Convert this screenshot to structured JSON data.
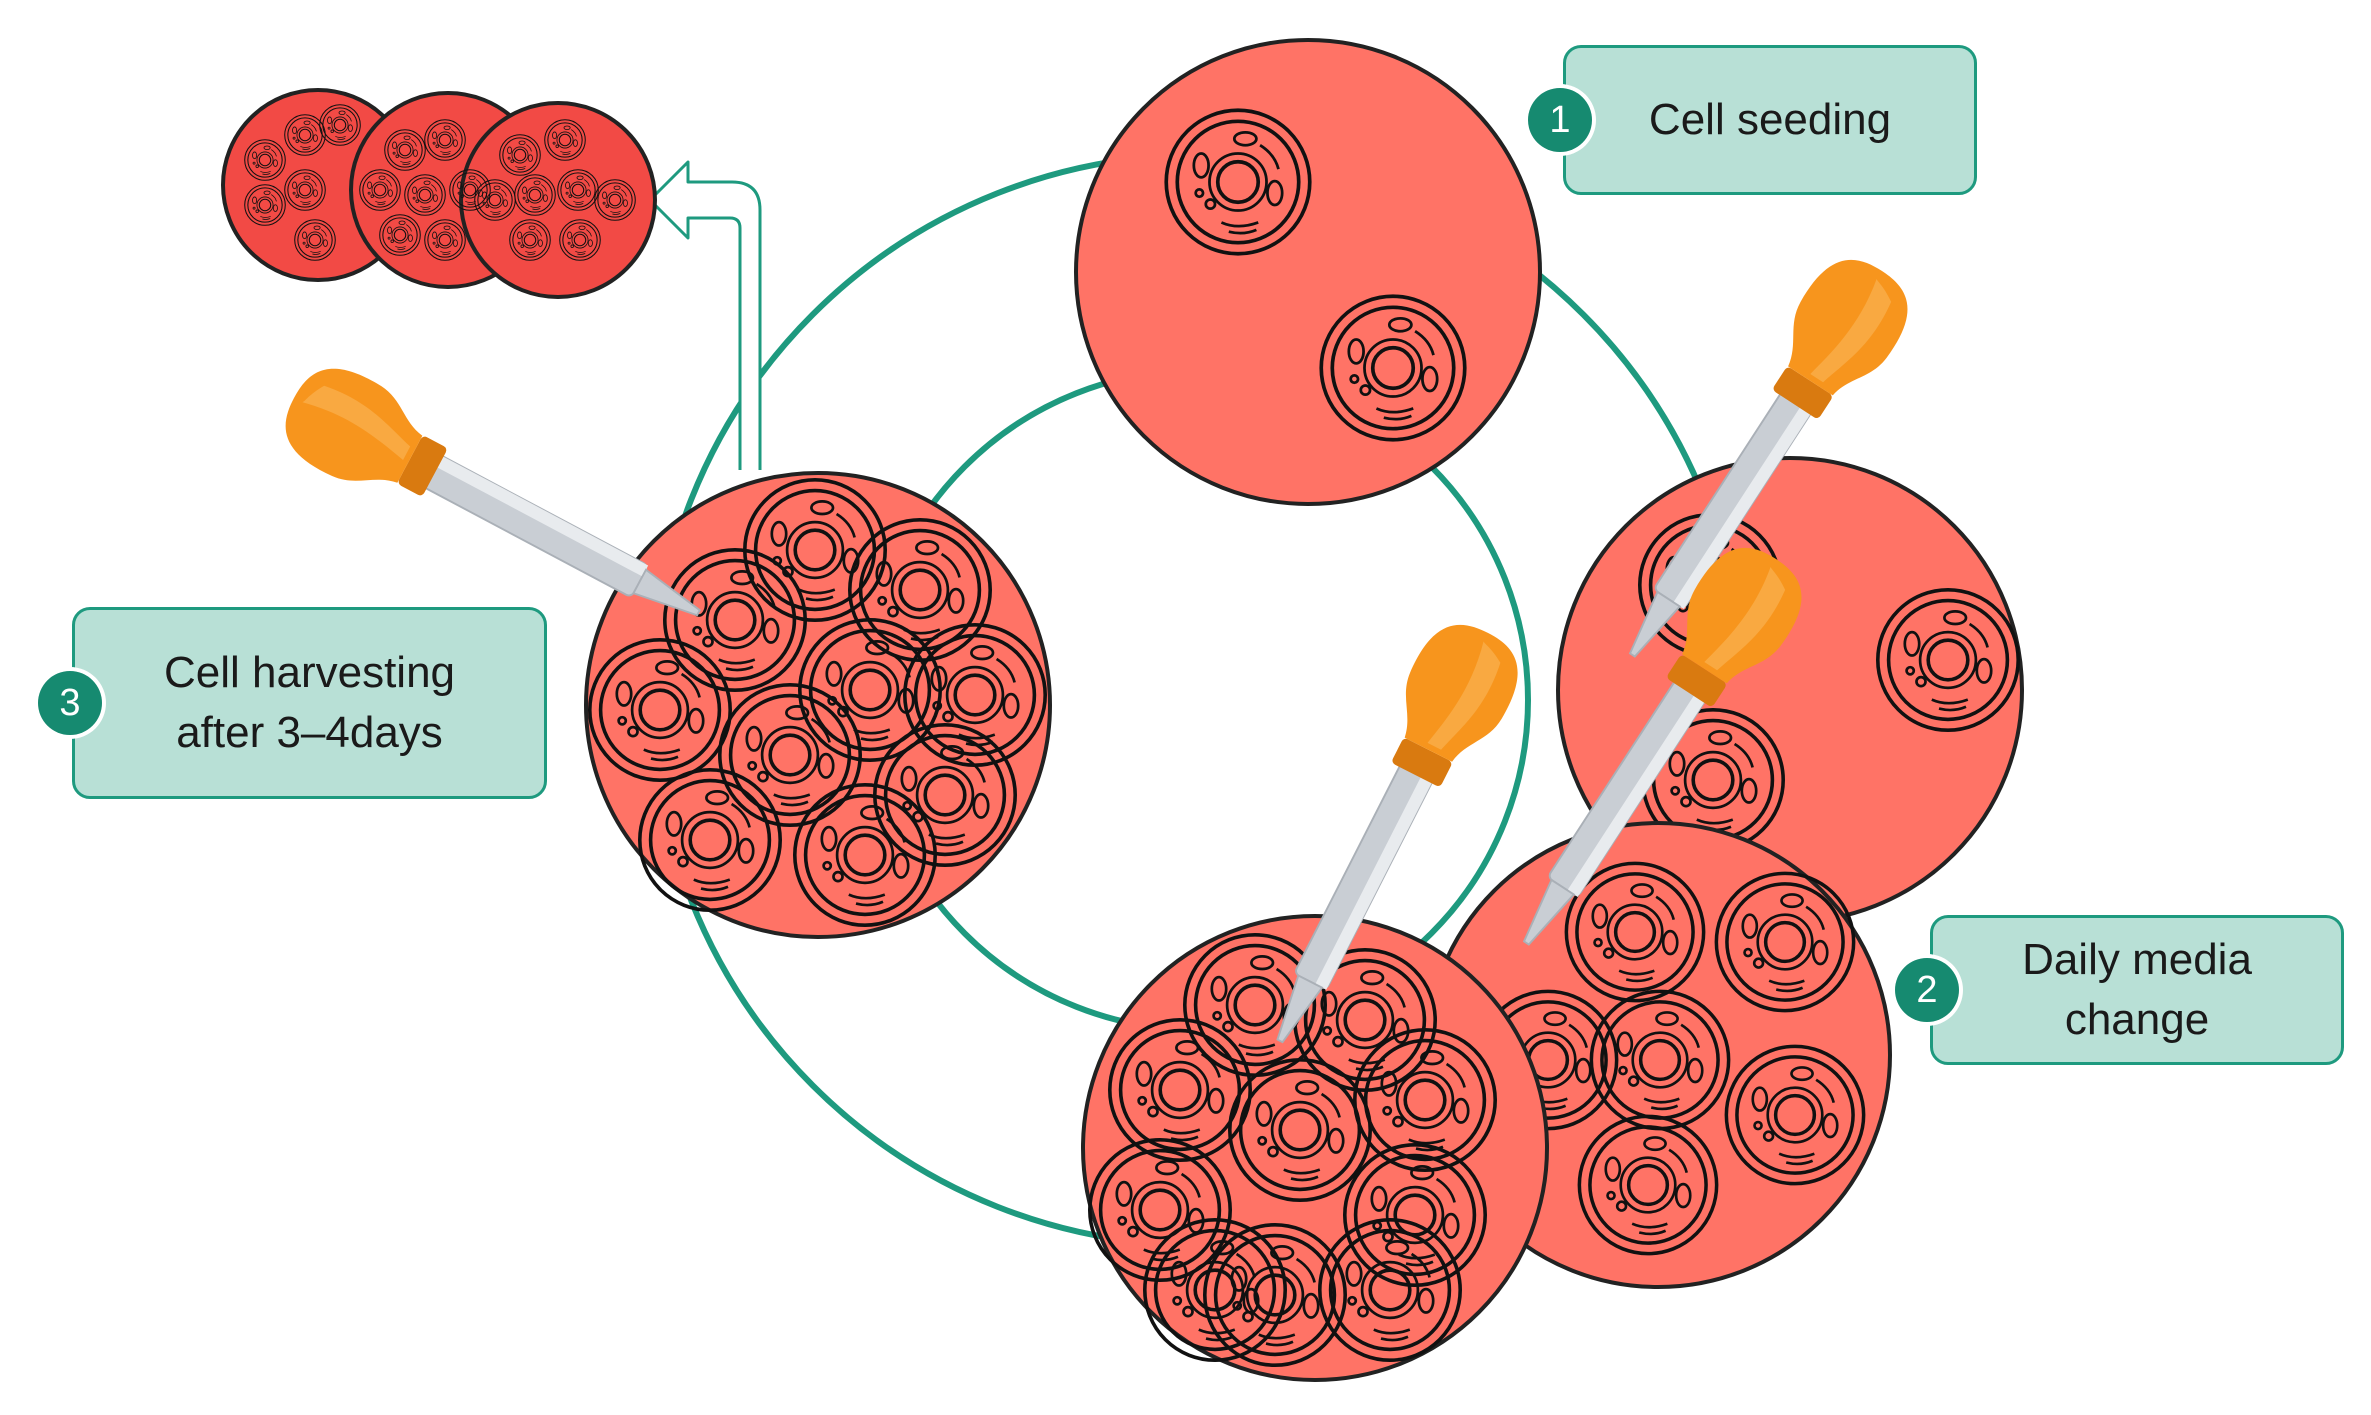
{
  "steps": [
    {
      "number": "1",
      "label": "Cell seeding"
    },
    {
      "number": "2",
      "label": "Daily media\nchange"
    },
    {
      "number": "3",
      "label": "Cell harvesting\nafter 3–4days"
    }
  ],
  "colors": {
    "cycle_ring": "#1e9a7f",
    "dish": "#ff7366",
    "harvested_dish": "#f24a45",
    "box_fill": "#b8e0d6",
    "badge": "#168a70",
    "pipette_bulb": "#f7951d",
    "pipette_tube": "#c9ced4"
  },
  "icons": [
    "cell-icon",
    "pipette-icon",
    "harvest-arrow-icon"
  ]
}
